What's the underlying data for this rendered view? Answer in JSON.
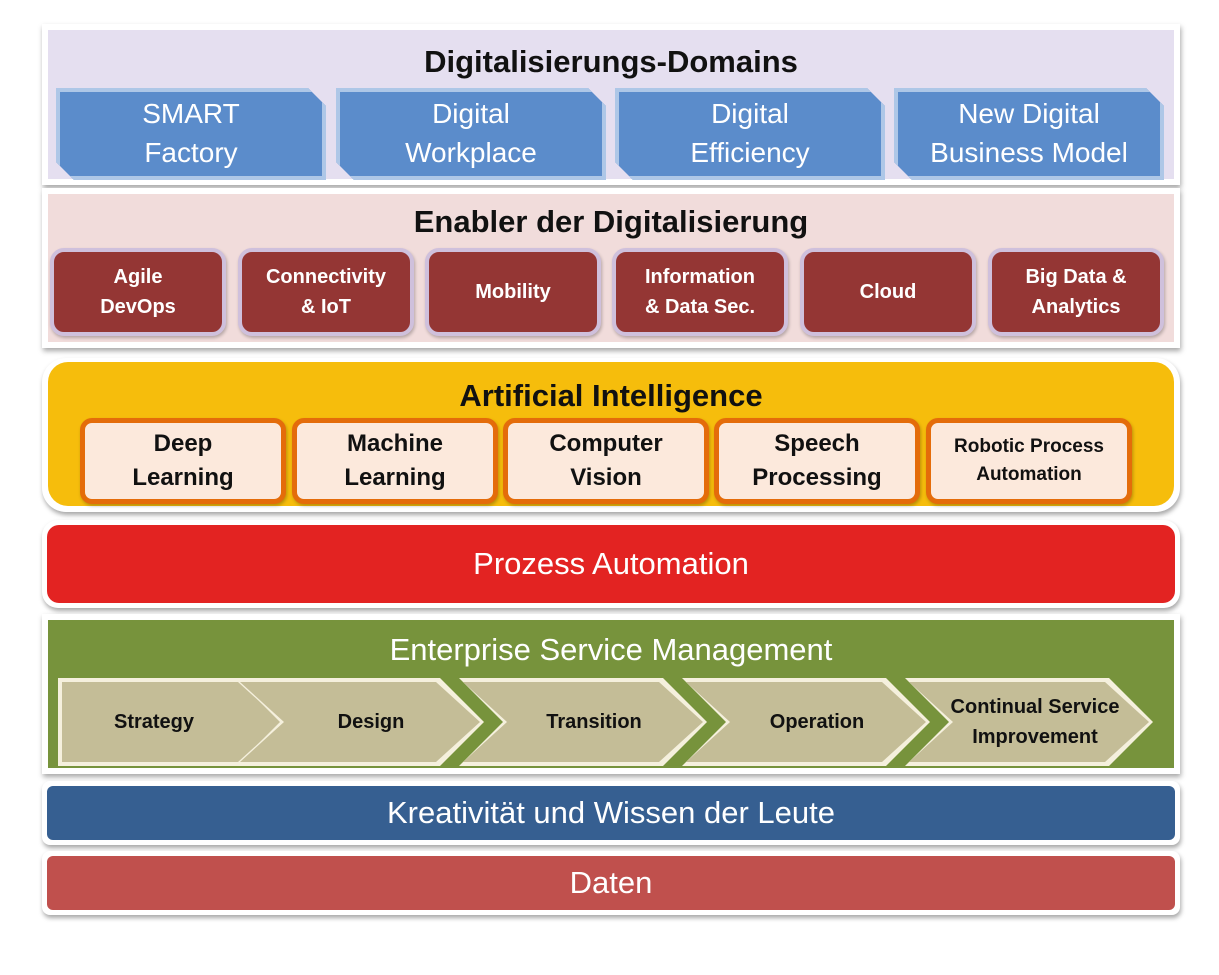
{
  "domains": {
    "title": "Digitalisierungs-Domains",
    "items": [
      {
        "label": "SMART\nFactory"
      },
      {
        "label": "Digital\nWorkplace"
      },
      {
        "label": "Digital\nEfficiency"
      },
      {
        "label": "New Digital\nBusiness Model"
      }
    ]
  },
  "enabler": {
    "title": "Enabler der Digitalisierung",
    "items": [
      {
        "label": "Agile\nDevOps"
      },
      {
        "label": "Connectivity\n& IoT"
      },
      {
        "label": "Mobility"
      },
      {
        "label": "Information\n& Data Sec."
      },
      {
        "label": "Cloud"
      },
      {
        "label": "Big Data &\nAnalytics"
      }
    ]
  },
  "ai": {
    "title": "Artificial Intelligence",
    "items": [
      {
        "label": "Deep\nLearning"
      },
      {
        "label": "Machine\nLearning"
      },
      {
        "label": "Computer\nVision"
      },
      {
        "label": "Speech\nProcessing"
      },
      {
        "label": "Robotic Process\nAutomation"
      }
    ]
  },
  "prozess": {
    "label": "Prozess Automation"
  },
  "esm": {
    "title": "Enterprise Service Management",
    "steps": [
      {
        "label": "Strategy"
      },
      {
        "label": "Design"
      },
      {
        "label": "Transition"
      },
      {
        "label": "Operation"
      },
      {
        "label": "Continual Service\nImprovement"
      }
    ]
  },
  "wissen": {
    "label": "Kreativität und Wissen der Leute"
  },
  "daten": {
    "label": "Daten"
  },
  "colors": {
    "domains_bg": "#e5dff0",
    "domain_box": "#5b8ccb",
    "enabler_bg": "#f1dcdb",
    "enabler_box": "#943634",
    "ai_bg": "#f6bd0c",
    "ai_box_border": "#e46c0a",
    "prozess": "#e32322",
    "esm_bg": "#77933c",
    "esm_chevron": "#c4bd97",
    "wissen": "#365f91",
    "daten": "#c0504d"
  }
}
